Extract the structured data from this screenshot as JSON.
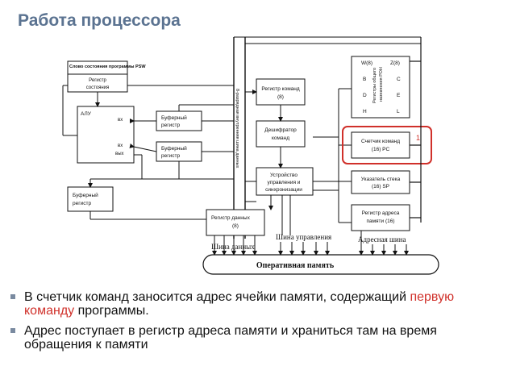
{
  "title": "Работа процессора",
  "diagram": {
    "psw_title": "Слово состояния программы PSW",
    "psw_reg_line1": "Регистр",
    "psw_reg_line2": "состояния",
    "alu": "АЛУ",
    "alu_in1": "вх",
    "alu_in2": "вх",
    "alu_out": "вых",
    "buf1_line1": "Буферный",
    "buf1_line2": "регистр",
    "buf2_line1": "Буферный",
    "buf2_line2": "регистр",
    "buf3_line1": "Буферный",
    "buf3_line2": "регистр",
    "internal_bus": "8-разрядная внутренняя шина данных",
    "ir_line1": "Регистр команд",
    "ir_line2": "(8)",
    "dec_line1": "Дешифратор",
    "dec_line2": "команд",
    "cu_line1": "Устройство",
    "cu_line2": "управления и",
    "cu_line3": "синхронизации",
    "dr_line1": "Регистр данных",
    "dr_line2": "(8)",
    "gpr_caption_line1": "Регистры общего",
    "gpr_caption_line2": "назначения РОН",
    "reg_w": "W(8)",
    "reg_z": "Z(8)",
    "reg_b": "B",
    "reg_c": "C",
    "reg_d": "D",
    "reg_e": "E",
    "reg_h": "H",
    "reg_l": "L",
    "pc_line1": "Счетчик команд",
    "pc_line2": "(16) PC",
    "marker": "1",
    "sp_line1": "Указатель стека",
    "sp_line2": "(16) SP",
    "mar_line1": "Регистр адреса",
    "mar_line2": "памяти (16)",
    "control_bus": "Шина управления",
    "data_bus": "Шина данных",
    "address_bus": "Адресная шина",
    "memory": "Оперативная память"
  },
  "bullets": [
    {
      "before": "В счетчик команд  заносится адрес ячейки  памяти, содержащий ",
      "highlight": "первую команду",
      "after": " программы."
    },
    {
      "text": "Адрес  поступает в регистр адреса памяти и храниться там на время обращения к памяти"
    }
  ],
  "colors": {
    "title": "#5b7391",
    "highlight": "#d0302a",
    "pc_frame": "#d0302a"
  }
}
